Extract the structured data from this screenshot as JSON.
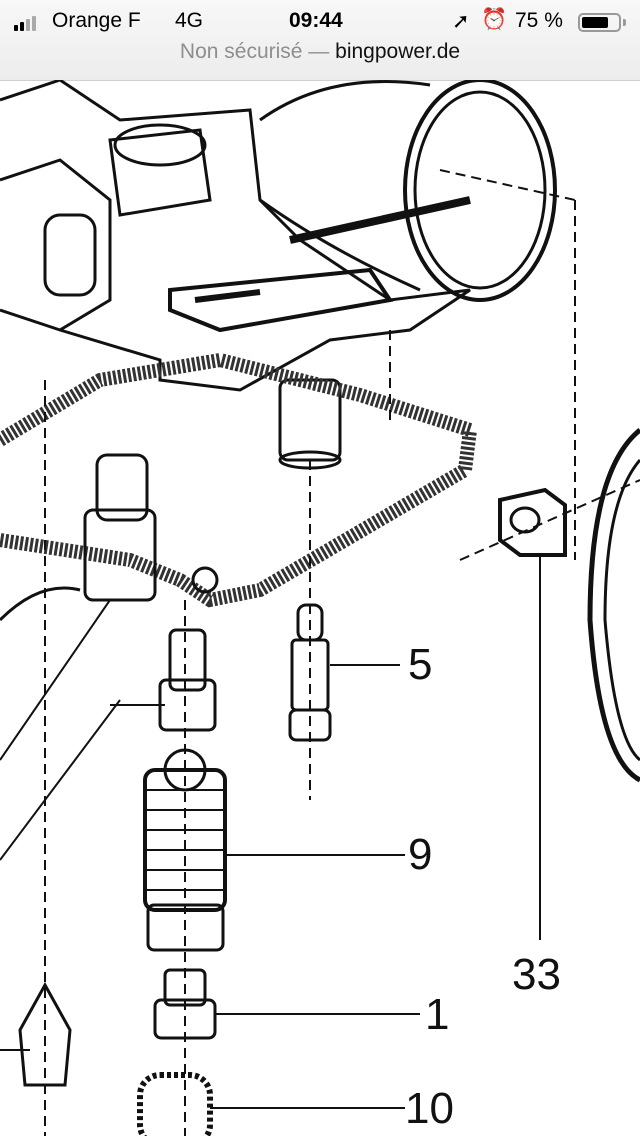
{
  "status_bar": {
    "carrier": "Orange F",
    "network": "4G",
    "time": "09:44",
    "battery_percent_label": "75 %",
    "battery_level": 0.75,
    "icons": [
      "signal-icon",
      "location-icon",
      "alarm-icon",
      "battery-icon"
    ]
  },
  "address_bar": {
    "security_label": "Non sécurisé —",
    "host": "bingpower.de"
  },
  "diagram": {
    "callouts": [
      "5",
      "9",
      "33",
      "1",
      "10"
    ]
  }
}
